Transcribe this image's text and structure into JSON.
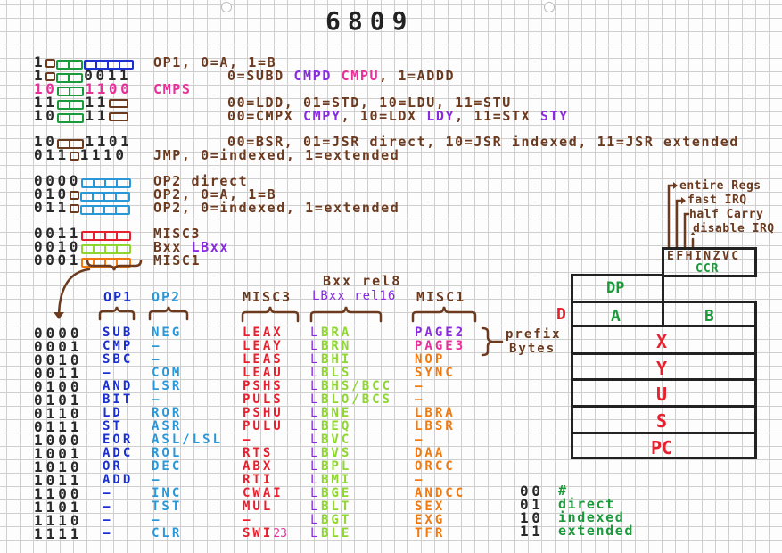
{
  "title": "6809",
  "colors": {
    "brown": "#6b3a1f",
    "green": "#1a9a3a",
    "blue": "#1a2fd0",
    "lightblue": "#2a98d8",
    "red": "#e8202e",
    "lime": "#8ed630",
    "orange": "#f07a10",
    "purple": "#8a2be2",
    "pink": "#e8309a",
    "black": "#2a2a2a"
  },
  "encoding_rows": [
    {
      "parts": [
        {
          "t": "1",
          "c": "black"
        },
        {
          "box": 1,
          "c": "brown"
        },
        {
          "box": 2,
          "c": "green"
        },
        {
          "box": 4,
          "c": "blue"
        }
      ],
      "desc": [
        {
          "t": "OP1, 0=A, 1=B",
          "c": "brown"
        }
      ]
    },
    {
      "parts": [
        {
          "t": "1",
          "c": "black"
        },
        {
          "box": 1,
          "c": "brown"
        },
        {
          "box": 2,
          "c": "green"
        },
        {
          "t": "0011",
          "c": "black"
        }
      ],
      "desc": [
        {
          "t": "0=SUBD ",
          "c": "brown"
        },
        {
          "t": "CMPD ",
          "c": "purple"
        },
        {
          "t": "CMPU",
          "c": "pink"
        },
        {
          "t": ", 1=ADDD",
          "c": "brown"
        }
      ]
    },
    {
      "parts": [
        {
          "t": "10",
          "c": "pink"
        },
        {
          "box": 2,
          "c": "green"
        },
        {
          "t": "1100",
          "c": "pink"
        }
      ],
      "desc": [
        {
          "t": "CMPS",
          "c": "pink"
        }
      ]
    },
    {
      "parts": [
        {
          "t": "11",
          "c": "black"
        },
        {
          "box": 2,
          "c": "green"
        },
        {
          "t": "11",
          "c": "black"
        },
        {
          "box": "wide",
          "c": "brown"
        }
      ],
      "desc": [
        {
          "t": "00=LDD, 01=STD, 10=LDU, 11=STU",
          "c": "brown"
        }
      ]
    },
    {
      "parts": [
        {
          "t": "10",
          "c": "black"
        },
        {
          "box": 2,
          "c": "green"
        },
        {
          "t": "11",
          "c": "black"
        },
        {
          "box": "wide",
          "c": "brown"
        }
      ],
      "desc": [
        {
          "t": "00=CMPX ",
          "c": "brown"
        },
        {
          "t": "CMPY",
          "c": "purple"
        },
        {
          "t": ", 10=LDX ",
          "c": "brown"
        },
        {
          "t": "LDY",
          "c": "purple"
        },
        {
          "t": ", 11=STX ",
          "c": "brown"
        },
        {
          "t": "STY",
          "c": "purple"
        }
      ]
    },
    {
      "parts": [
        {
          "t": "10",
          "c": "black"
        },
        {
          "box": 2,
          "c": "brown"
        },
        {
          "t": "1101",
          "c": "black"
        }
      ],
      "desc": [
        {
          "t": "00=BSR, 01=JSR direct, 10=JSR indexed, 11=JSR extended",
          "c": "brown"
        }
      ]
    },
    {
      "parts": [
        {
          "t": "011",
          "c": "black"
        },
        {
          "box": 1,
          "c": "brown"
        },
        {
          "t": "1110",
          "c": "black"
        }
      ],
      "desc": [
        {
          "t": "JMP, 0=indexed, 1=extended",
          "c": "brown"
        }
      ]
    },
    {
      "parts": [
        {
          "t": "0000",
          "c": "black"
        },
        {
          "box": 4,
          "c": "lightblue"
        }
      ],
      "desc": [
        {
          "t": "OP2 direct",
          "c": "brown"
        }
      ]
    },
    {
      "parts": [
        {
          "t": "010",
          "c": "black"
        },
        {
          "box": 1,
          "c": "brown"
        },
        {
          "box": 4,
          "c": "lightblue"
        }
      ],
      "desc": [
        {
          "t": "OP2, 0=A, 1=B",
          "c": "brown"
        }
      ]
    },
    {
      "parts": [
        {
          "t": "011",
          "c": "black"
        },
        {
          "box": 1,
          "c": "brown"
        },
        {
          "box": 4,
          "c": "lightblue"
        }
      ],
      "desc": [
        {
          "t": "OP2, 0=indexed, 1=extended",
          "c": "brown"
        }
      ]
    },
    {
      "parts": [
        {
          "t": "0011",
          "c": "black"
        },
        {
          "box": 4,
          "c": "red"
        }
      ],
      "desc": [
        {
          "t": "MISC3",
          "c": "brown"
        }
      ]
    },
    {
      "parts": [
        {
          "t": "0010",
          "c": "black"
        },
        {
          "box": 4,
          "c": "lime"
        }
      ],
      "desc": [
        {
          "t": "Bxx ",
          "c": "brown"
        },
        {
          "t": "LBxx",
          "c": "purple"
        }
      ]
    },
    {
      "parts": [
        {
          "t": "0001",
          "c": "black"
        },
        {
          "box": 4,
          "c": "orange"
        }
      ],
      "desc": [
        {
          "t": "MISC1",
          "c": "brown"
        }
      ]
    }
  ],
  "table": {
    "headers": {
      "op1": "OP1",
      "op2": "OP2",
      "misc3": "MISC3",
      "bxx": "Bxx rel8",
      "lbxx": "LBxx rel16",
      "misc1": "MISC1"
    },
    "bits": [
      "0000",
      "0001",
      "0010",
      "0011",
      "0100",
      "0101",
      "0110",
      "0111",
      "1000",
      "1001",
      "1010",
      "1011",
      "1100",
      "1101",
      "1110",
      "1111"
    ],
    "op1": [
      "SUB",
      "CMP",
      "SBC",
      "—",
      "AND",
      "BIT",
      "LD",
      "ST",
      "EOR",
      "ADC",
      "OR",
      "ADD",
      "—",
      "—",
      "—",
      "—"
    ],
    "op2": [
      "NEG",
      "—",
      "—",
      "COM",
      "LSR",
      "—",
      "ROR",
      "ASR",
      "ASL/LSL",
      "ROL",
      "DEC",
      "—",
      "INC",
      "TST",
      "—",
      "CLR"
    ],
    "misc3": [
      "LEAX",
      "LEAY",
      "LEAS",
      "LEAU",
      "PSHS",
      "PULS",
      "PSHU",
      "PULU",
      "—",
      "RTS",
      "ABX",
      "RTI",
      "CWAI",
      "MUL",
      "—",
      "SWI"
    ],
    "misc3_suffix": {
      "15": "23"
    },
    "long_prefix": "L",
    "bxx": [
      "BRA",
      "BRN",
      "BHI",
      "BLS",
      "BHS/BCC",
      "BLO/BCS",
      "BNE",
      "BEQ",
      "BVC",
      "BVS",
      "BPL",
      "BMI",
      "BGE",
      "BLT",
      "BGT",
      "BLE"
    ],
    "misc1": [
      "PAGE2",
      "PAGE3",
      "NOP",
      "SYNC",
      "—",
      "—",
      "LBRA",
      "LBSR",
      "—",
      "DAA",
      "ORCC",
      "—",
      "ANDCC",
      "SEX",
      "EXG",
      "TFR"
    ],
    "prefix_note": [
      "prefix",
      "Bytes"
    ]
  },
  "addressing_legend": [
    {
      "bits": "00",
      "label": "#"
    },
    {
      "bits": "01",
      "label": "direct"
    },
    {
      "bits": "10",
      "label": "indexed"
    },
    {
      "bits": "11",
      "label": "extended"
    }
  ],
  "registers": {
    "ccr_flags": "EFHINZVC",
    "ccr_label": "CCR",
    "dp": "DP",
    "d": "D",
    "a": "A",
    "b": "B",
    "x": "X",
    "y": "Y",
    "u": "U",
    "s": "S",
    "pc": "PC",
    "flag_notes": [
      "entire Regs",
      "fast IRQ",
      "half Carry",
      "disable IRQ"
    ]
  }
}
